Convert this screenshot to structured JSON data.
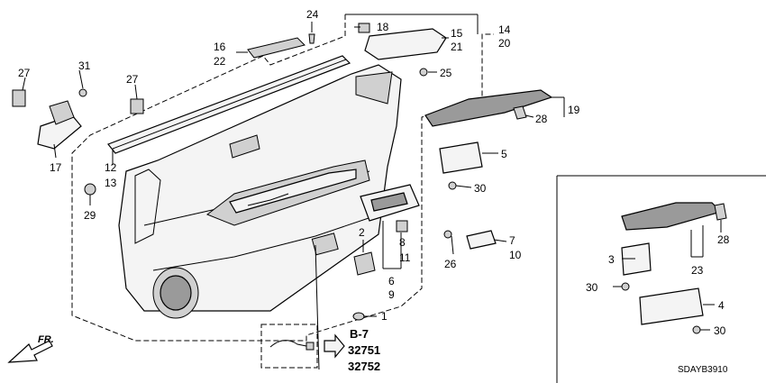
{
  "diagram_code": "SDAYB3910",
  "direction_label": "FR.",
  "reference": {
    "section": "B-7",
    "parts": [
      "32751",
      "32752"
    ]
  },
  "callouts": {
    "c1": "1",
    "c2": "2",
    "c3": "3",
    "c4": "4",
    "c5": "5",
    "c6": "6",
    "c7": "7",
    "c8": "8",
    "c9": "9",
    "c10": "10",
    "c11": "11",
    "c12": "12",
    "c13": "13",
    "c14": "14",
    "c15": "15",
    "c16": "16",
    "c17": "17",
    "c18": "18",
    "c19": "19",
    "c20": "20",
    "c21": "21",
    "c22": "22",
    "c23": "23",
    "c24": "24",
    "c25": "25",
    "c26": "26",
    "c27a": "27",
    "c27b": "27",
    "c28a": "28",
    "c28b": "28",
    "c29": "29",
    "c30a": "30",
    "c30b": "30",
    "c30c": "30",
    "c31": "31"
  }
}
